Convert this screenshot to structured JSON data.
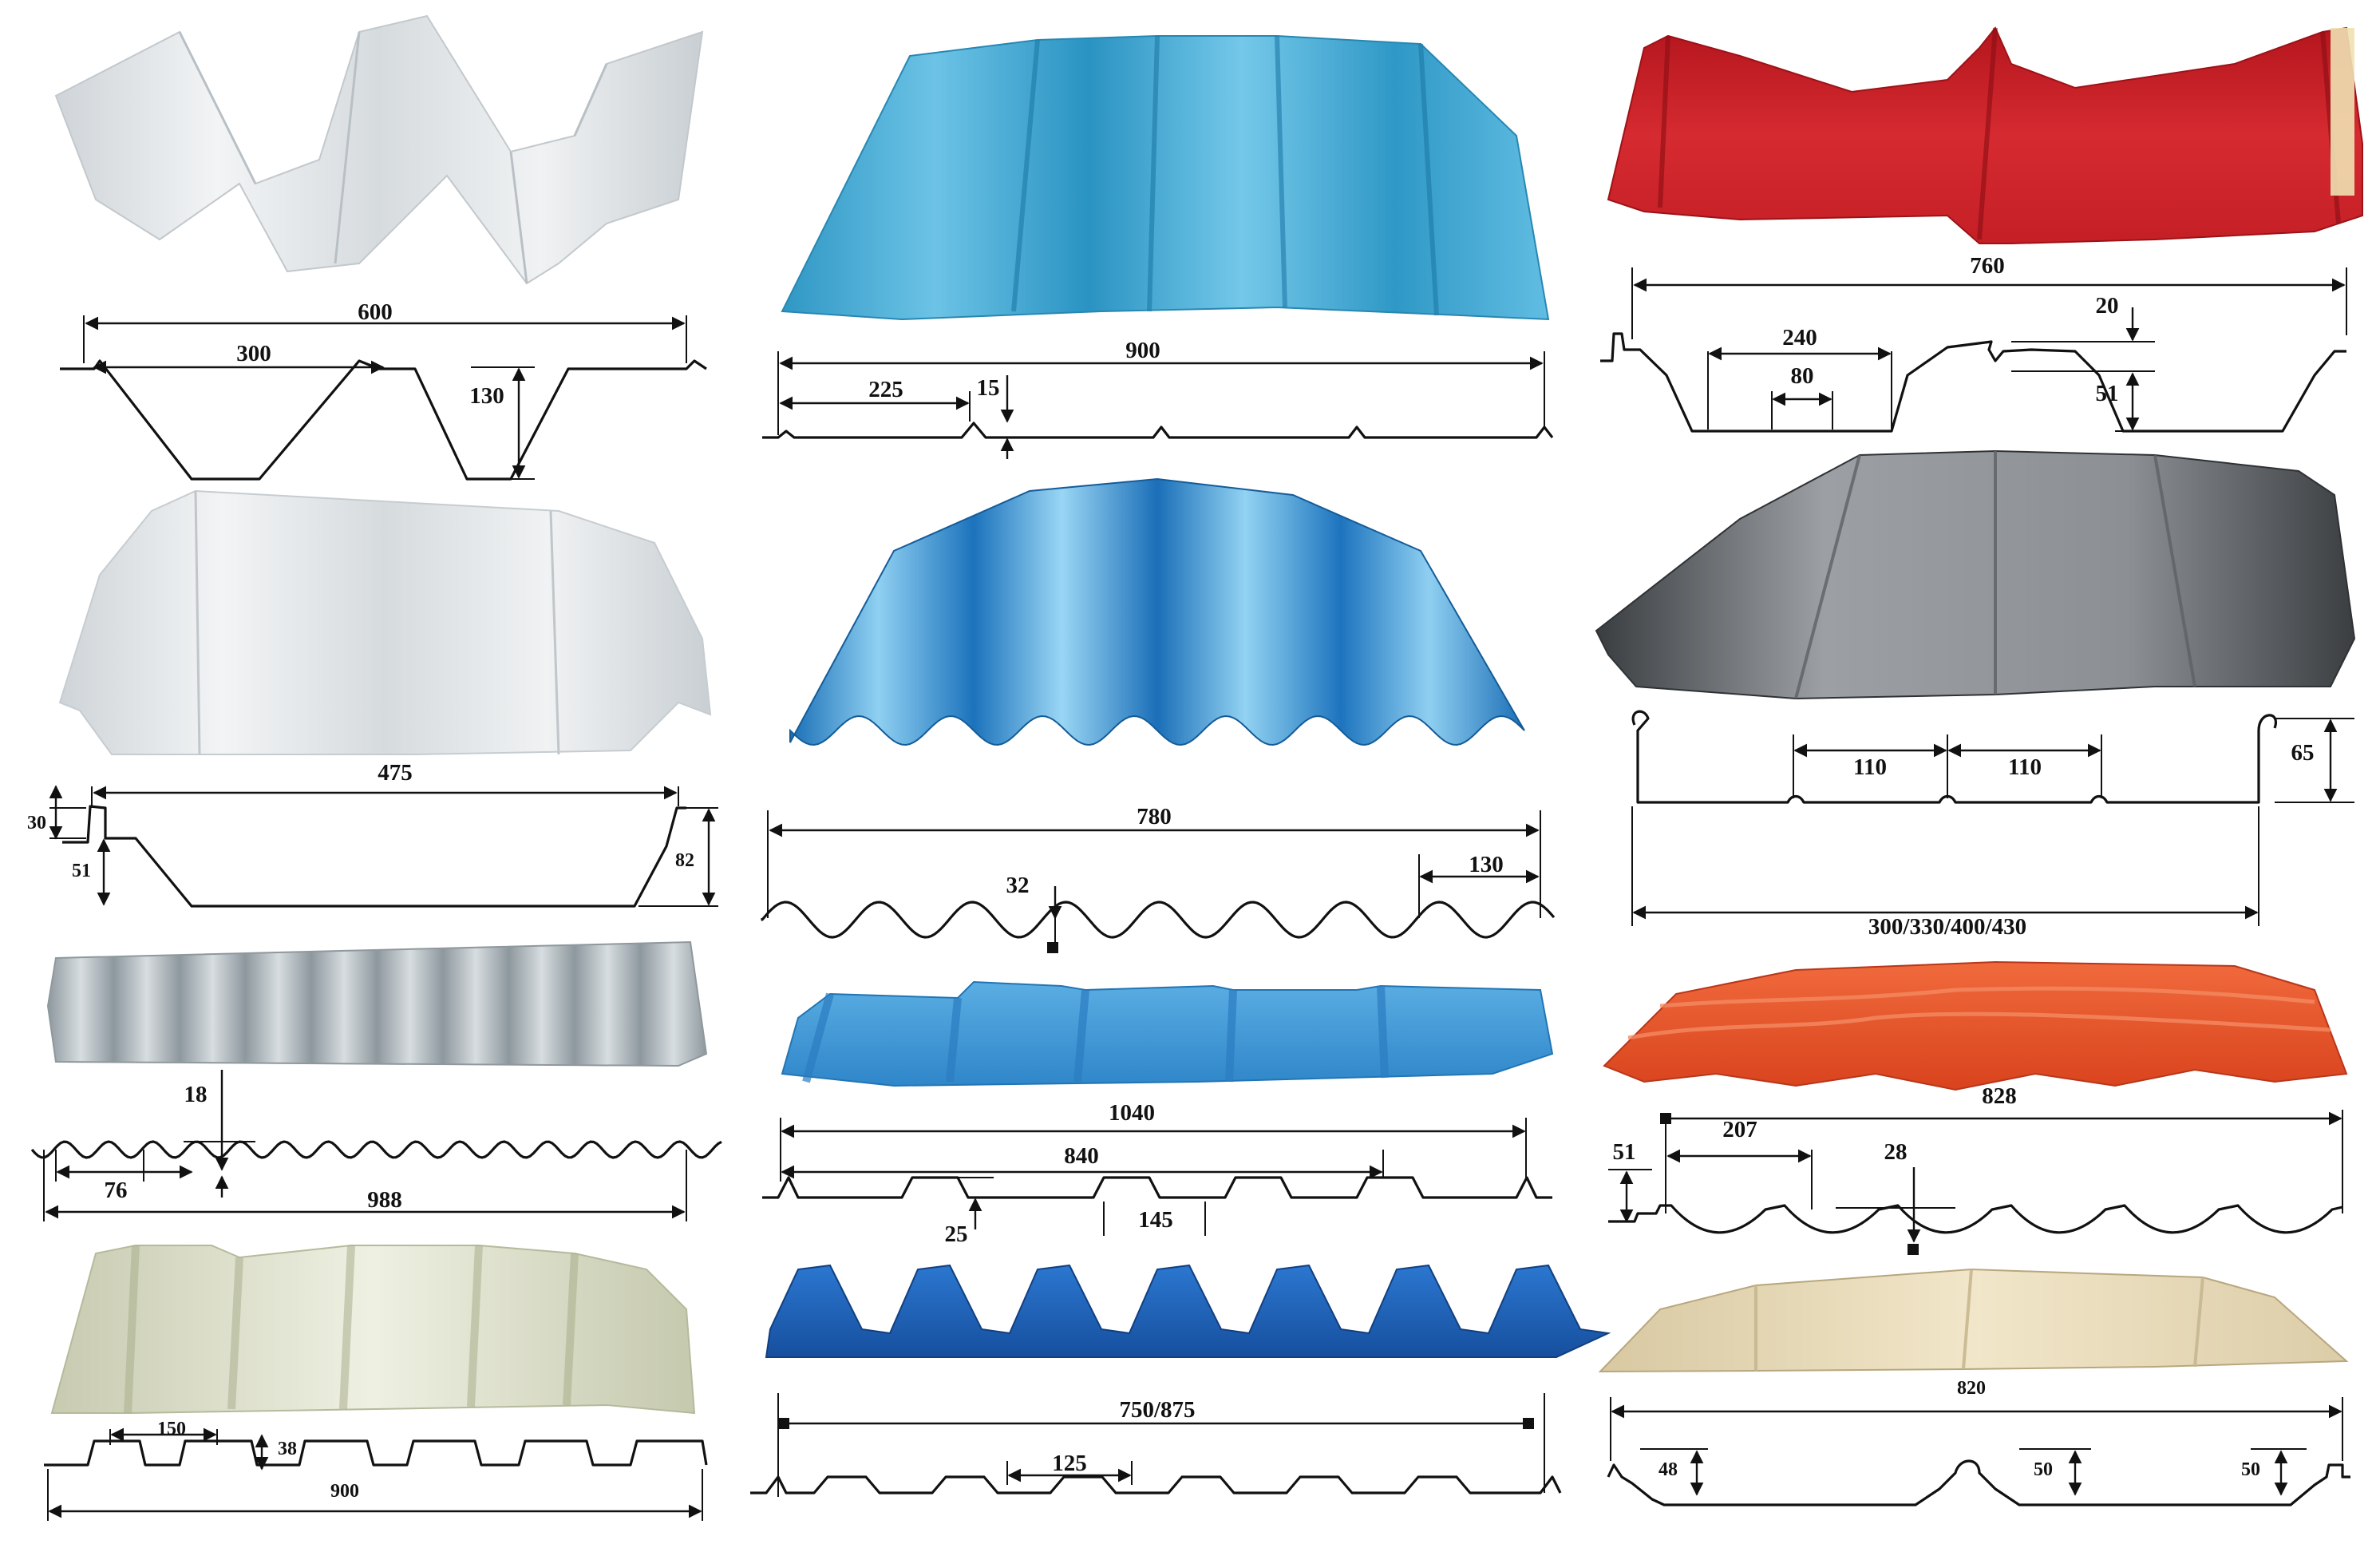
{
  "panels": [
    {
      "id": "trapezoid-white",
      "labels": [
        "600",
        "300",
        "130"
      ]
    },
    {
      "id": "standing-seam-white",
      "labels": [
        "475",
        "30",
        "51",
        "82"
      ]
    },
    {
      "id": "corrugated-silver",
      "labels": [
        "18",
        "76",
        "988"
      ]
    },
    {
      "id": "deck-cream",
      "labels": [
        "150",
        "38",
        "900"
      ]
    },
    {
      "id": "trapezoid-cyan",
      "labels": [
        "900",
        "225",
        "15"
      ]
    },
    {
      "id": "wave-blue",
      "labels": [
        "780",
        "32",
        "130"
      ]
    },
    {
      "id": "trapezoid-mid-blue",
      "labels": [
        "1040",
        "840",
        "25",
        "145"
      ]
    },
    {
      "id": "trapezoid-deep-blue",
      "labels": [
        "750/875",
        "125"
      ]
    },
    {
      "id": "seam-red",
      "labels": [
        "760",
        "20",
        "240",
        "80",
        "51"
      ]
    },
    {
      "id": "seam-grey",
      "labels": [
        "110",
        "110",
        "65",
        "300/330/400/430"
      ]
    },
    {
      "id": "tile-orange",
      "labels": [
        "828",
        "207",
        "51",
        "28"
      ]
    },
    {
      "id": "seam-beige",
      "labels": [
        "820",
        "48",
        "50",
        "50"
      ]
    }
  ],
  "colors": {
    "white_sheet": "#dfe3e6",
    "cyan_sheet": "#3aa6cf",
    "wave_blue": "#1f7fc6",
    "mid_blue": "#4a9fd8",
    "deep_blue": "#1b63c0",
    "red": "#c8232b",
    "grey": "#8d9195",
    "orange": "#e5542a",
    "beige": "#e8d9b6",
    "silver": "#aeb8bd",
    "cream": "#dfe0c9"
  }
}
